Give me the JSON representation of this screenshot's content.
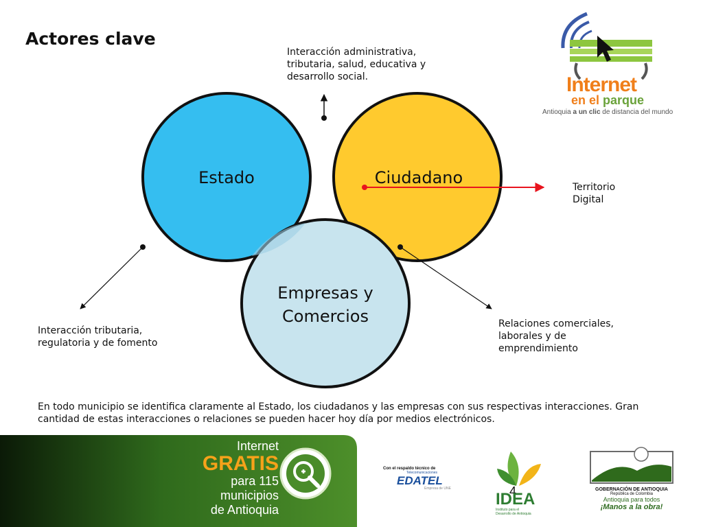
{
  "slide": {
    "title": "Actores clave",
    "page_number": "4",
    "summary": "En todo municipio se identifica claramente al Estado, los ciudadanos y las empresas con sus respectivas interacciones.  Gran cantidad de estas interacciones o relaciones se pueden hacer hoy día por medios electrónicos."
  },
  "diagram": {
    "circles": {
      "estado": {
        "label": "Estado",
        "color": "#35BEF0"
      },
      "ciudadano": {
        "label": "Ciudadano",
        "color": "#FFCA2E"
      },
      "empresas": {
        "line1": "Empresas y",
        "line2": "Comercios",
        "color": "#C8E4EE"
      }
    },
    "annotations": {
      "top": {
        "line1": "Interacción administrativa,",
        "line2": "tributaria, salud, educativa y",
        "line3": "desarrollo social."
      },
      "right": {
        "line1": "Territorio",
        "line2": "Digital",
        "arrow_color": "#E8141E"
      },
      "left": {
        "line1": "Interacción tributaria,",
        "line2": "regulatoria y de fomento"
      },
      "bottom_right": {
        "line1": "Relaciones comerciales,",
        "line2": "laborales y de",
        "line3": "emprendimiento"
      }
    }
  },
  "logos": {
    "internet_parque": {
      "line1": "Internet",
      "line2": "en el",
      "line3": "parque",
      "tagline_a": "Antioquia",
      "tagline_b": "a un clic",
      "tagline_c": "de distancia del mundo"
    },
    "banner": {
      "line1": "Internet",
      "line2": "GRATIS",
      "line3": "para 115",
      "line4": "municipios",
      "line5": "de Antioquia"
    },
    "edatel": {
      "support": "Con el respaldo técnico de",
      "small": "Telecomunicaciones",
      "name": "EDATEL",
      "sub": "Empresa de UNE"
    },
    "idea": {
      "name": "IDEA",
      "sub1": "Instituto para el",
      "sub2": "Desarrollo de Antioquia"
    },
    "gobernacion": {
      "name": "GOBERNACIÓN DE ANTIOQUIA",
      "sub": "República de Colombia",
      "slogan1": "Antioquia para todos",
      "slogan2": "¡Manos a la obra!"
    }
  }
}
